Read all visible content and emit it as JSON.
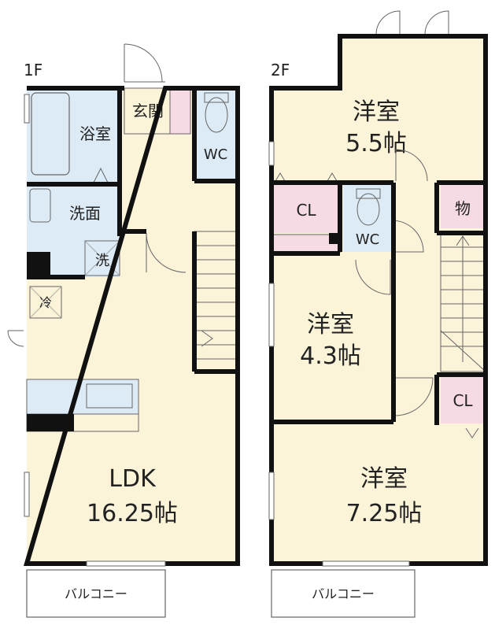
{
  "floors": {
    "first": {
      "label": "1F",
      "rooms": {
        "bath": "浴室",
        "entrance": "玄関",
        "wc": "WC",
        "washroom": "洗面",
        "washer": "洗",
        "fridge": "冷",
        "ldk_name": "LDK",
        "ldk_size": "16.25帖",
        "balcony": "バルコニー"
      }
    },
    "second": {
      "label": "2F",
      "rooms": {
        "room_a_name": "洋室",
        "room_a_size": "5.5帖",
        "closet_a": "CL",
        "wc": "WC",
        "storage": "物",
        "room_b_name": "洋室",
        "room_b_size": "4.3帖",
        "closet_b": "CL",
        "room_c_name": "洋室",
        "room_c_size": "7.25帖",
        "balcony": "バルコニー"
      }
    }
  },
  "colors": {
    "wall": "#111111",
    "floor_fill": "#fbf4d9",
    "wet_area": "#dcebf6",
    "storage": "#f6dbe4",
    "line": "#666666"
  }
}
